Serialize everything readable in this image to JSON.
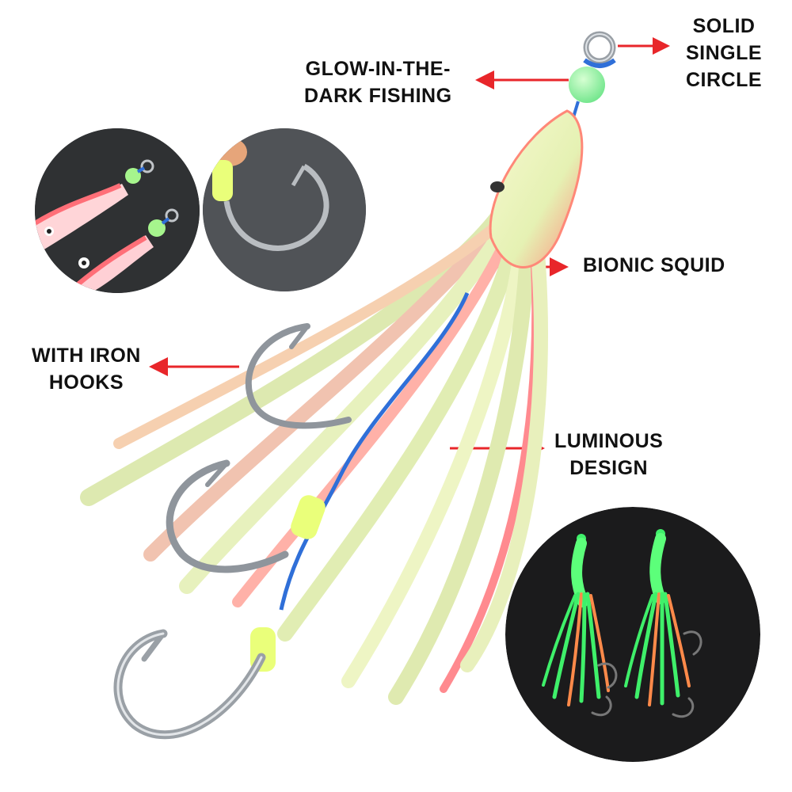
{
  "labels": {
    "glow": {
      "lines": [
        "GLOW-IN-THE-",
        "DARK FISHING"
      ]
    },
    "circle": {
      "lines": [
        "SOLID",
        "SINGLE",
        "CIRCLE"
      ]
    },
    "squid": {
      "lines": [
        "BIONIC SQUID"
      ]
    },
    "hooks": {
      "lines": [
        "WITH IRON",
        "HOOKS"
      ]
    },
    "luminous": {
      "lines": [
        "LUMINOUS",
        "DESIGN"
      ]
    }
  },
  "colors": {
    "arrow": "#e8262a",
    "text": "#111111",
    "skirt_green": "#e6f2b4",
    "skirt_pink": "#ff6f78",
    "bead": "#9cf39a",
    "line": "#2f6fd8",
    "hook": "#8f959c",
    "glow_green": "#3ff06a",
    "dark_bg": "#1b1b1c"
  },
  "icons": [
    "squid-lure-photo",
    "detail-photo-lures",
    "detail-photo-hook",
    "glow-in-dark-photo"
  ]
}
